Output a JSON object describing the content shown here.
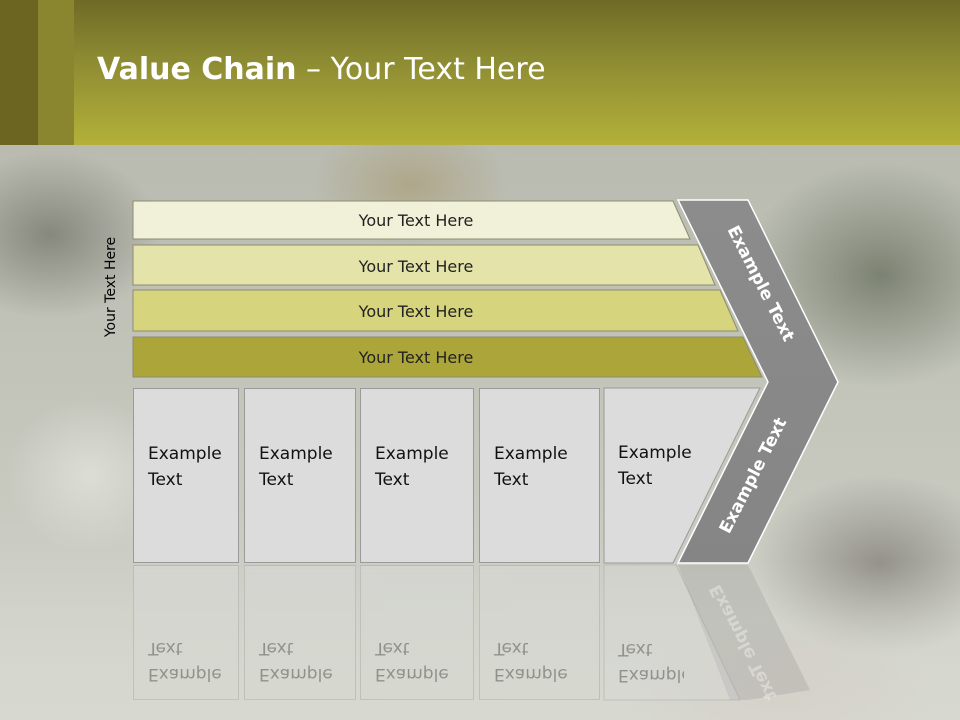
{
  "slide": {
    "title_bold": "Value Chain",
    "title_rest": " – Your Text Here",
    "side_label": "Your Text Here"
  },
  "bands": [
    {
      "label": "Your Text Here",
      "color": "#f1f0d9"
    },
    {
      "label": "Your Text Here",
      "color": "#e4e3aa"
    },
    {
      "label": "Your Text Here",
      "color": "#d6d47c"
    },
    {
      "label": "Your Text Here",
      "color": "#aca63a"
    }
  ],
  "columns": [
    {
      "line1": "Example",
      "line2": "Text"
    },
    {
      "line1": "Example",
      "line2": "Text"
    },
    {
      "line1": "Example",
      "line2": "Text"
    },
    {
      "line1": "Example",
      "line2": "Text"
    },
    {
      "line1": "Example",
      "line2": "Text"
    }
  ],
  "chevron": {
    "upper_label": "Example Text",
    "lower_label": "Example Text",
    "color": "#8c8c8c"
  },
  "colors": {
    "header_top": "#6f6a26",
    "header_bottom": "#b3b139",
    "column_fill": "#dcdcdc"
  }
}
